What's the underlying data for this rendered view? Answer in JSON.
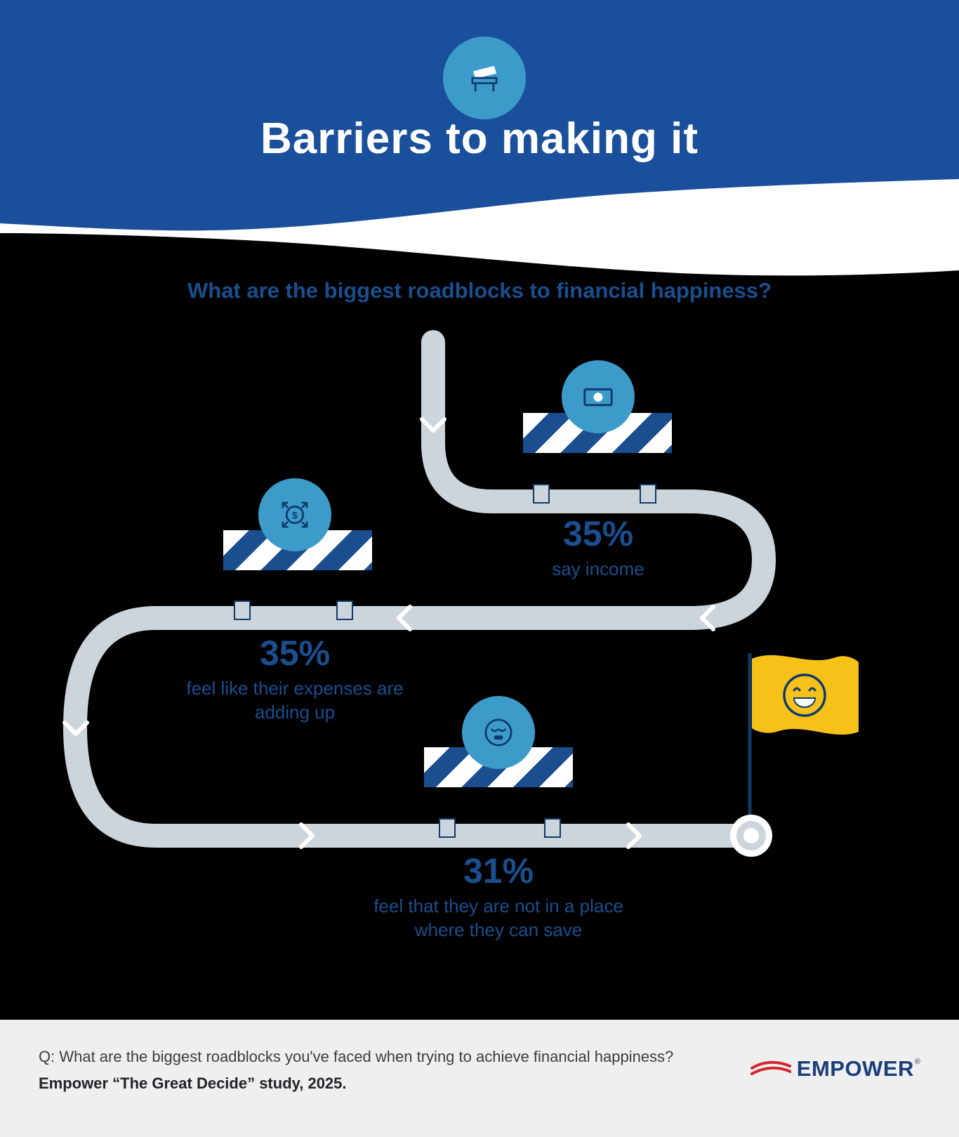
{
  "header": {
    "title": "Barriers to making it",
    "icon": "barricade-icon"
  },
  "subtitle": "What are the biggest roadblocks to financial happiness?",
  "roadblocks": [
    {
      "pct": "35%",
      "label": "say income",
      "icon": "money-bill-icon"
    },
    {
      "pct": "35%",
      "label": "feel like their expenses are adding up",
      "icon": "expenses-dollar-arrows-icon"
    },
    {
      "pct": "31%",
      "label": "feel that they are not in a place where they can save",
      "icon": "sad-face-icon"
    }
  ],
  "flag": {
    "icon": "finish-flag-smiley-icon",
    "color": "#f6c21a"
  },
  "footer": {
    "question": "Q: What are the biggest roadblocks you've faced when trying to achieve financial happiness?",
    "source": "Empower “The Great Decide” study, 2025.",
    "brand": "EMPOWER",
    "reg": "®"
  },
  "colors": {
    "header_blue": "#1a4f9c",
    "icon_teal": "#3d9bca",
    "stripe_navy": "#1b4e8f",
    "road_gray": "#cdd5dc",
    "text_navy": "#1a4e8f",
    "flag_yellow": "#f6c21a",
    "footer_gray": "#efefef",
    "logo_navy": "#1b3f7a",
    "logo_red": "#d22630"
  },
  "chart_data": {
    "type": "bar",
    "title": "What are the biggest roadblocks to financial happiness?",
    "categories": [
      "say income",
      "feel like their expenses are adding up",
      "feel that they are not in a place where they can save"
    ],
    "values": [
      35,
      35,
      31
    ],
    "unit": "%",
    "source": "Empower “The Great Decide” study, 2025."
  }
}
